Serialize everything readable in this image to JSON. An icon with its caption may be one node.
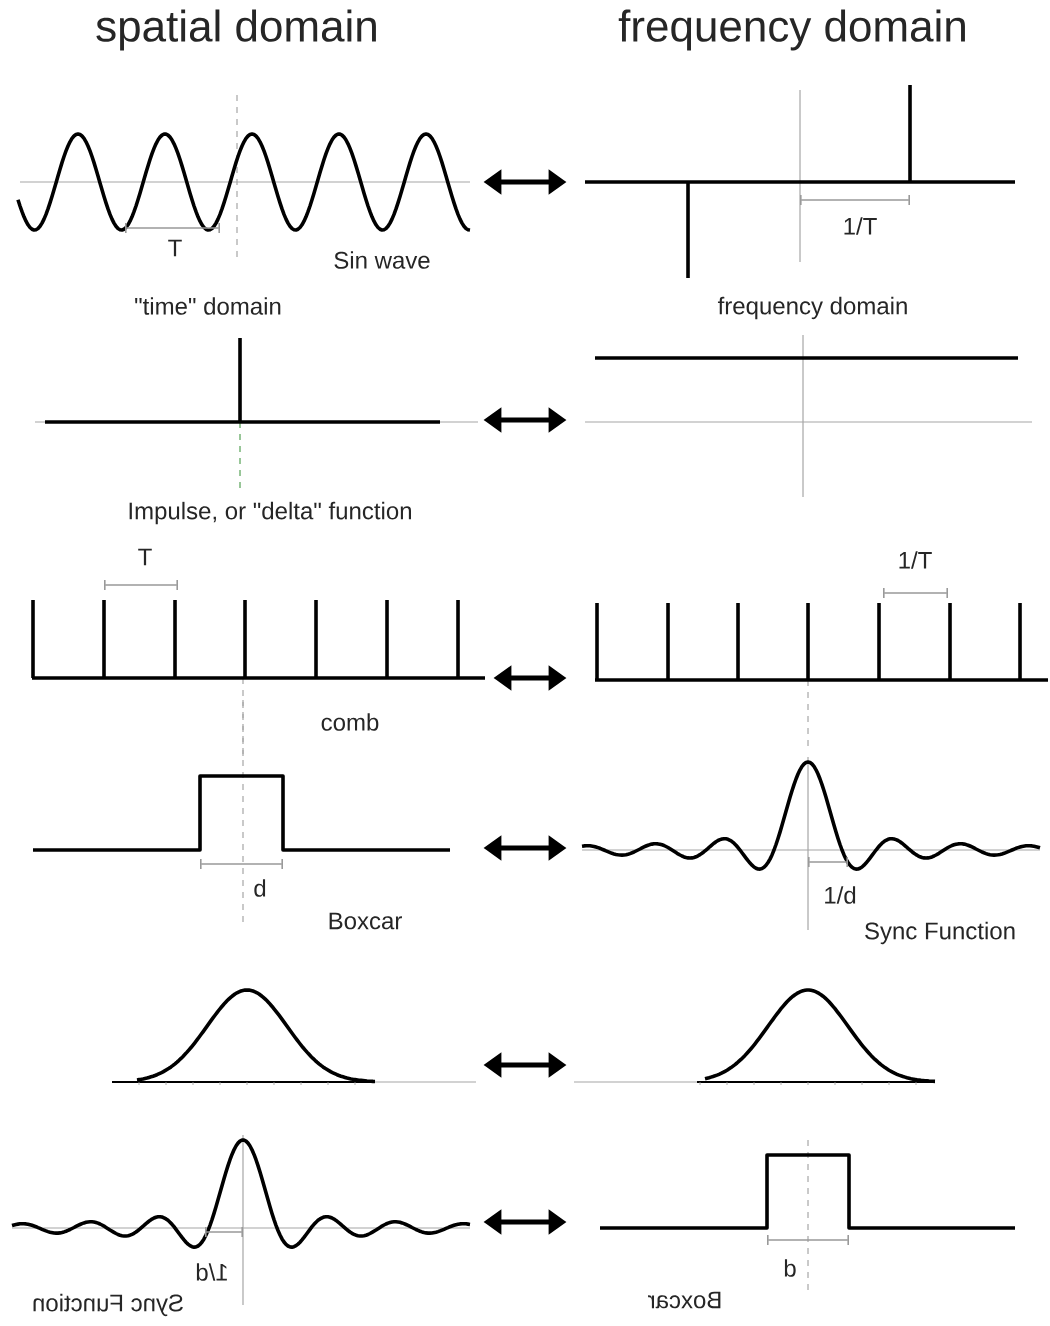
{
  "diagram": {
    "nodes": [
      {
        "text": [],
        "shape": "plot"
      },
      {
        "text": [],
        "shape": "plot"
      },
      {
        "text": [],
        "shape": "plot"
      },
      {
        "text": [],
        "shape": "plot"
      },
      {
        "text": [],
        "shape": "plot"
      },
      {
        "text": [],
        "shape": "plot"
      },
      {
        "text": [],
        "shape": "plot"
      },
      {
        "text": [],
        "shape": "plot"
      },
      {
        "text": [],
        "shape": "plot"
      },
      {
        "text": [],
        "shape": "plot"
      },
      {
        "text": [],
        "shape": "plot"
      },
      {
        "text": [],
        "shape": "plot"
      }
    ],
    "edges": [
      {
        "from": 0,
        "to": 1,
        "arrow": "both"
      },
      {
        "from": 2,
        "to": 3,
        "arrow": "both"
      },
      {
        "from": 4,
        "to": 5,
        "arrow": "both"
      },
      {
        "from": 6,
        "to": 7,
        "arrow": "both"
      },
      {
        "from": 8,
        "to": 9,
        "arrow": "both"
      },
      {
        "from": 10,
        "to": 11,
        "arrow": "both"
      }
    ],
    "labels": [
      "spatial domain",
      "frequency domain",
      "T",
      "1/T",
      "Sin wave",
      "\"time\" domain",
      "frequency domain",
      "Impulse, or \"delta\" function",
      "T",
      "1/T",
      "comb",
      "d",
      "1/d",
      "Boxcar",
      "Sync Function",
      "1/d",
      "d",
      "Sync Function",
      "Boxcar"
    ]
  }
}
